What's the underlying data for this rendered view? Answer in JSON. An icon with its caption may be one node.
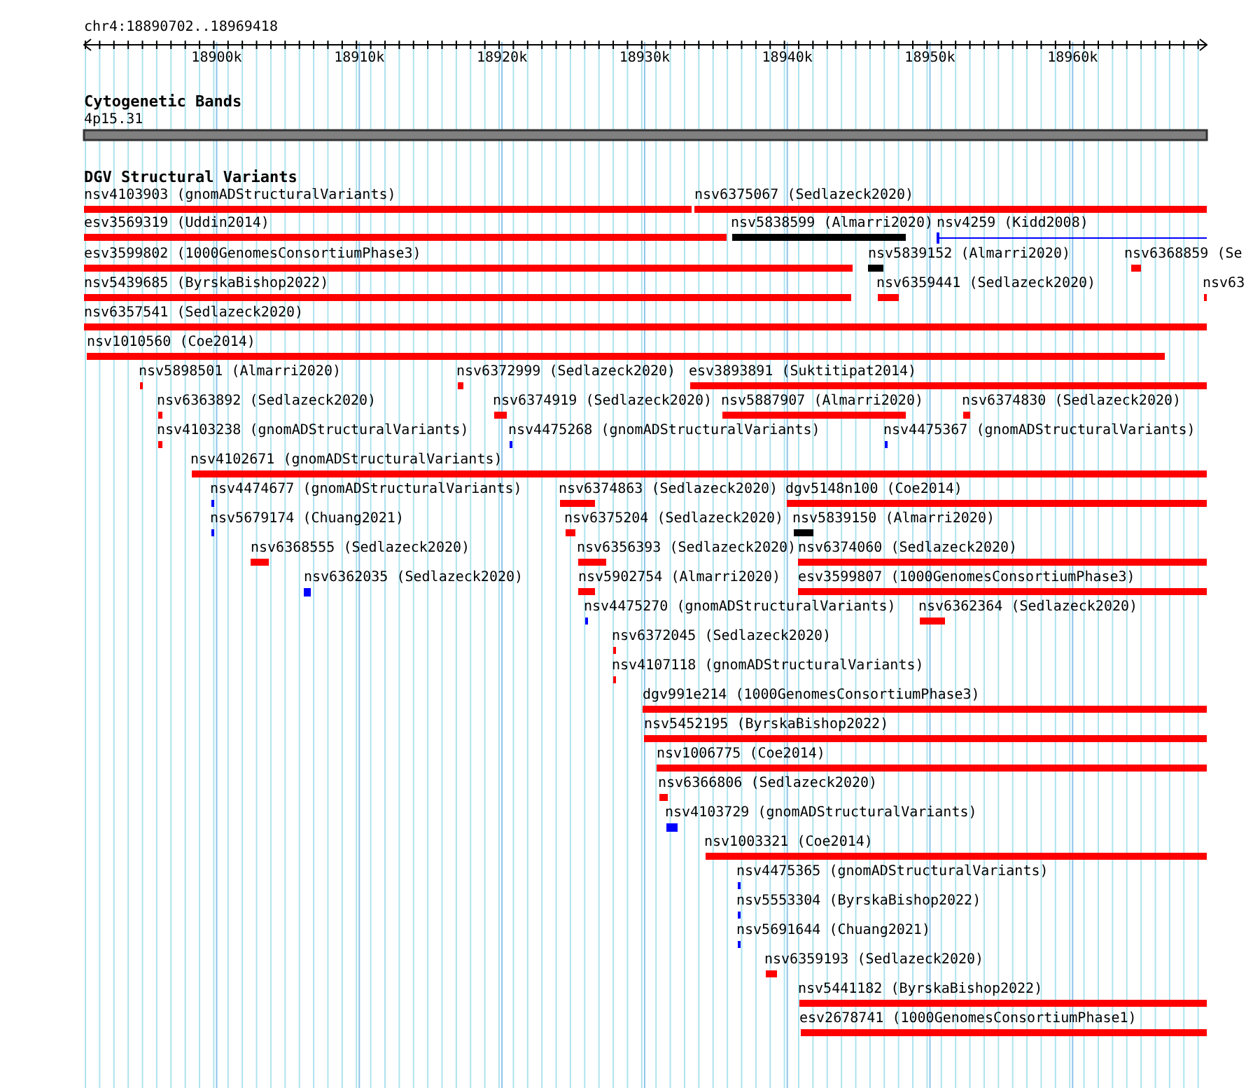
{
  "diagram": {
    "title": "chr4:18890702..18969418",
    "labels": [
      "18900k",
      "18910k",
      "18920k",
      "18930k",
      "18940k",
      "18950k",
      "18960k",
      "Cytogenetic Bands",
      "4p15.31",
      "DGV Structural Variants",
      "nsv4103903 (gnomADStructuralVariants)",
      "nsv6375067 (Sedlazeck2020)",
      "esv3569319 (Uddin2014)",
      "nsv5838599 (Almarri2020)",
      "nsv4259 (Kidd2008)",
      "esv3599802 (1000GenomesConsortiumPhase3)",
      "nsv5839152 (Almarri2020)",
      "nsv6368859 (Se",
      "nsv5439685 (ByrskaBishop2022)",
      "nsv6359441 (Sedlazeck2020)",
      "nsv63",
      "nsv6357541 (Sedlazeck2020)",
      "nsv1010560 (Coe2014)",
      "nsv5898501 (Almarri2020)",
      "nsv6372999 (Sedlazeck2020)",
      "esv3893891 (Suktitipat2014)",
      "nsv6363892 (Sedlazeck2020)",
      "nsv6374919 (Sedlazeck2020)",
      "nsv5887907 (Almarri2020)",
      "nsv6374830 (Sedlazeck2020)",
      "nsv4103238 (gnomADStructuralVariants)",
      "nsv4475268 (gnomADStructuralVariants)",
      "nsv4475367 (gnomADStructuralVariants)",
      "nsv4102671 (gnomADStructuralVariants)",
      "nsv4474677 (gnomADStructuralVariants)",
      "nsv6374863 (Sedlazeck2020)",
      "dgv5148n100 (Coe2014)",
      "nsv5679174 (Chuang2021)",
      "nsv6375204 (Sedlazeck2020)",
      "nsv5839150 (Almarri2020)",
      "nsv6368555 (Sedlazeck2020)",
      "nsv6356393 (Sedlazeck2020)",
      "nsv6374060 (Sedlazeck2020)",
      "nsv6362035 (Sedlazeck2020)",
      "nsv5902754 (Almarri2020)",
      "esv3599807 (1000GenomesConsortiumPhase3)",
      "nsv4475270 (gnomADStructuralVariants)",
      "nsv6362364 (Sedlazeck2020)",
      "nsv6372045 (Sedlazeck2020)",
      "nsv4107118 (gnomADStructuralVariants)",
      "dgv991e214 (1000GenomesConsortiumPhase3)",
      "nsv5452195 (ByrskaBishop2022)",
      "nsv1006775 (Coe2014)",
      "nsv6366806 (Sedlazeck2020)",
      "nsv4103729 (gnomADStructuralVariants)",
      "nsv1003321 (Coe2014)",
      "nsv4475365 (gnomADStructuralVariants)",
      "nsv5553304 (ByrskaBishop2022)",
      "nsv5691644 (Chuang2021)",
      "nsv6359193 (Sedlazeck2020)",
      "nsv5441182 (ByrskaBishop2022)",
      "esv2678741 (1000GenomesConsortiumPhase1)"
    ]
  }
}
